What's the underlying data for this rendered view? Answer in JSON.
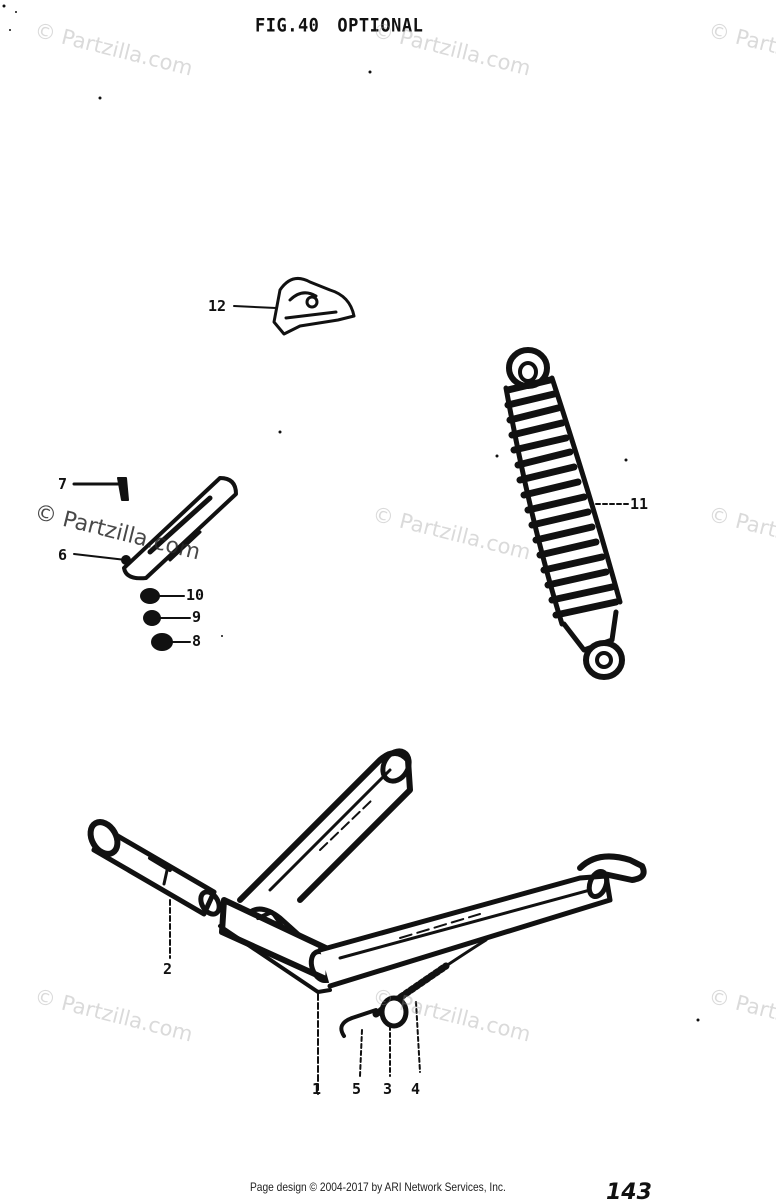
{
  "figure": {
    "fig_label": "FIG.40",
    "title": "OPTIONAL"
  },
  "watermark": {
    "text": "© Partzilla.com"
  },
  "callouts": {
    "p1": "1",
    "p2": "2",
    "p3": "3",
    "p4": "4",
    "p5": "5",
    "p6": "6",
    "p7": "7",
    "p8": "8",
    "p9": "9",
    "p10": "10",
    "p11": "11",
    "p12": "12"
  },
  "footer": {
    "copyright": "Page design © 2004-2017 by ARI Network Services, Inc.",
    "page_number": "143"
  },
  "colors": {
    "ink": "#111111",
    "watermark": "#bdbdbd"
  }
}
